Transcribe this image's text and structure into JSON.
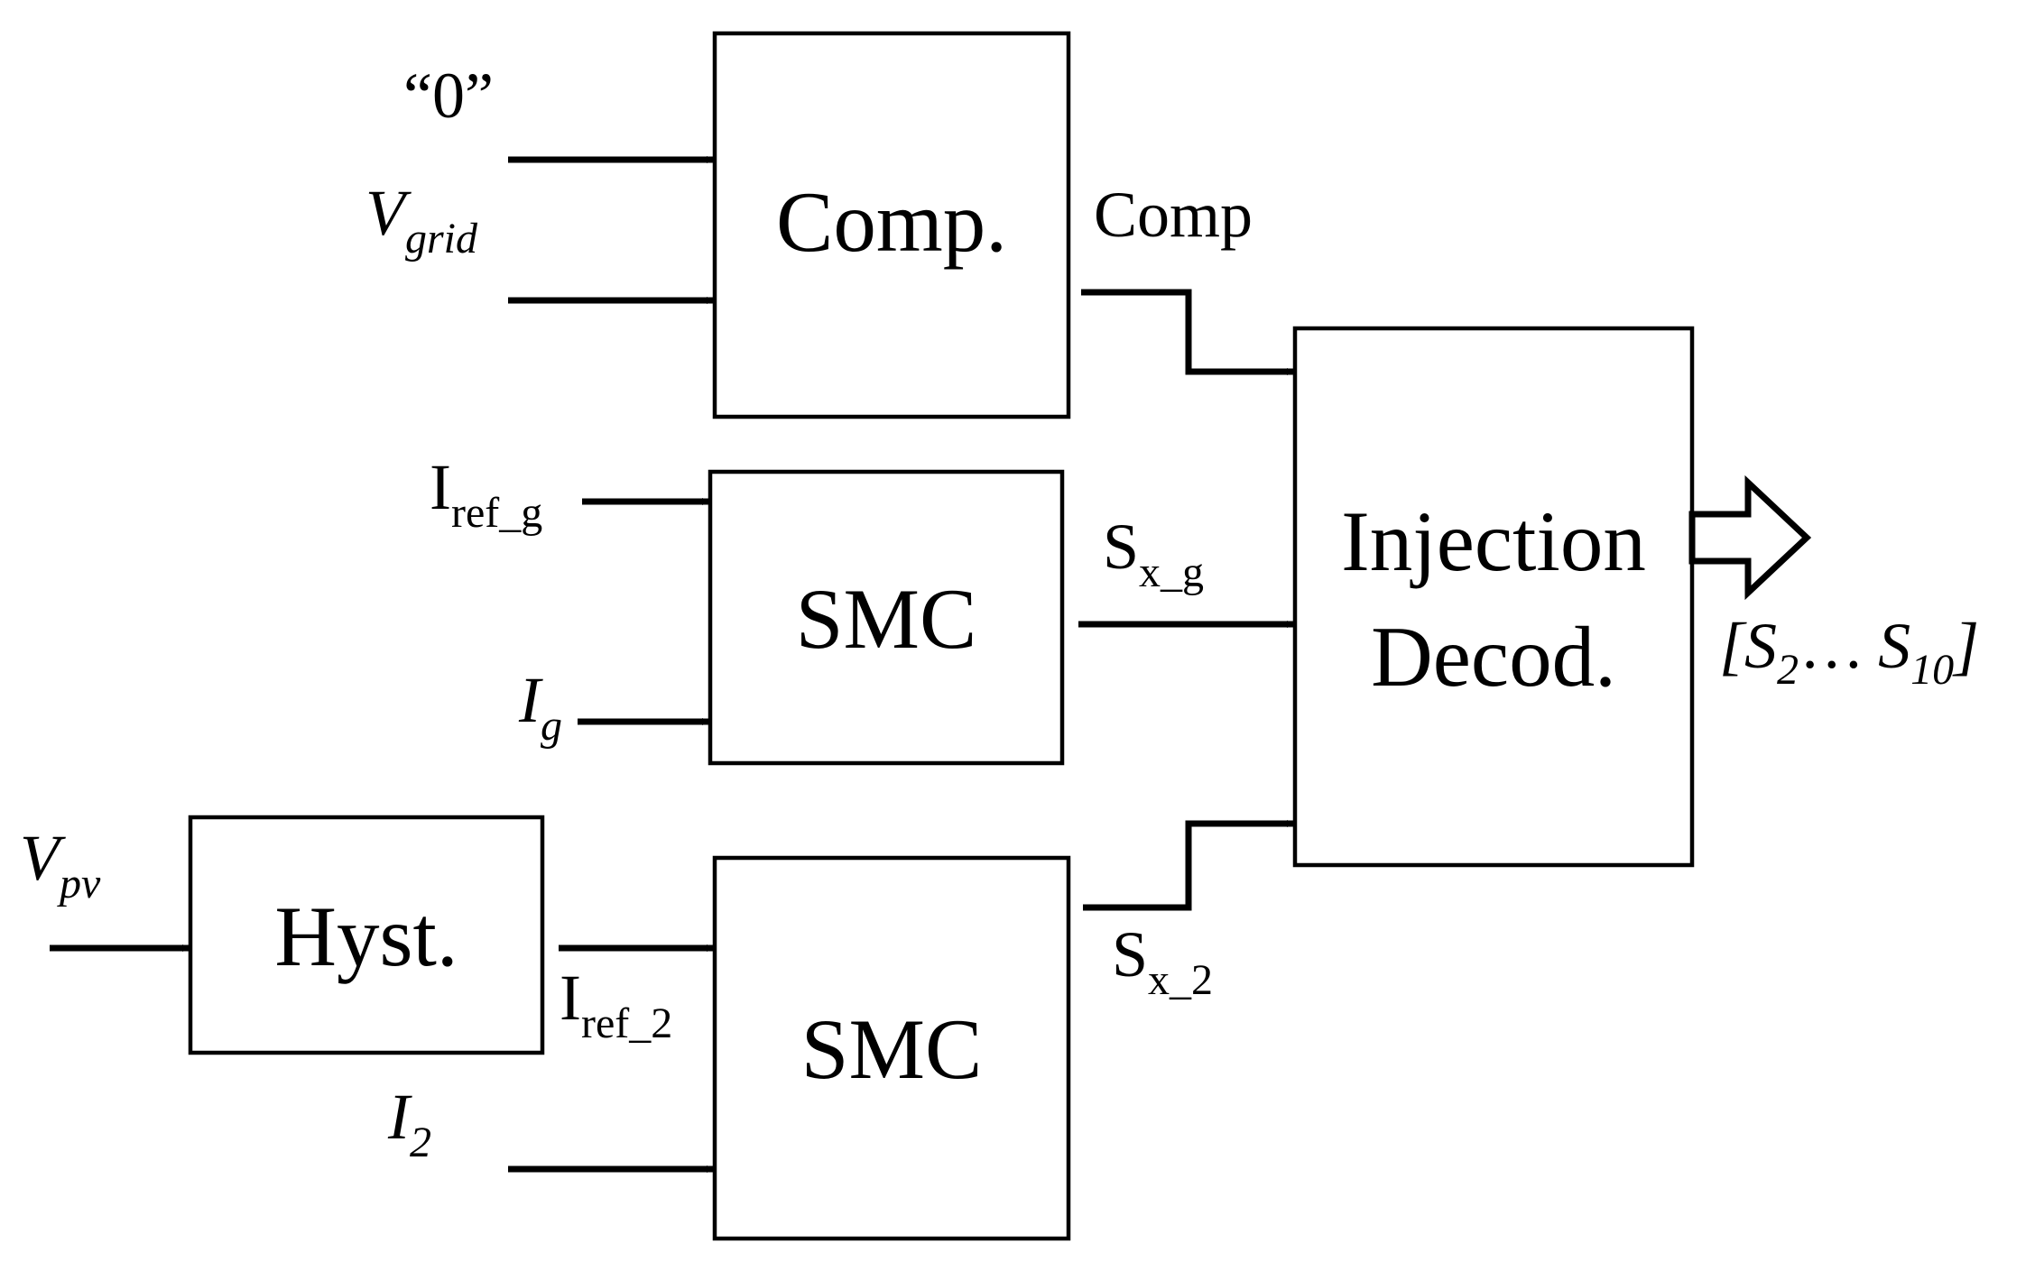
{
  "blocks": {
    "comp": "Comp.",
    "smc_top": "SMC",
    "smc_bottom": "SMC",
    "hyst": "Hyst.",
    "injection_line1": "Injection",
    "injection_line2": "Decod."
  },
  "signals": {
    "zero": "“0”",
    "v_grid": {
      "base": "V",
      "sub": "grid"
    },
    "comp_out": "Comp",
    "i_ref_g": {
      "base": "I",
      "sub": "ref_g"
    },
    "i_g": {
      "base": "I",
      "sub": "g"
    },
    "s_x_g": {
      "base": "S",
      "sub": "x_g"
    },
    "v_pv": {
      "base": "V",
      "sub": "pv"
    },
    "i_ref_2": {
      "base": "I",
      "sub": "ref_2"
    },
    "i_2": {
      "base": "I",
      "sub": "2"
    },
    "s_x_2": {
      "base": "S",
      "sub": "x_2"
    },
    "output": {
      "open": "[",
      "s_first": "S",
      "s_first_sub": "2",
      "ellipsis": "… ",
      "s_last": "S",
      "s_last_sub": "10",
      "close": "]"
    }
  }
}
